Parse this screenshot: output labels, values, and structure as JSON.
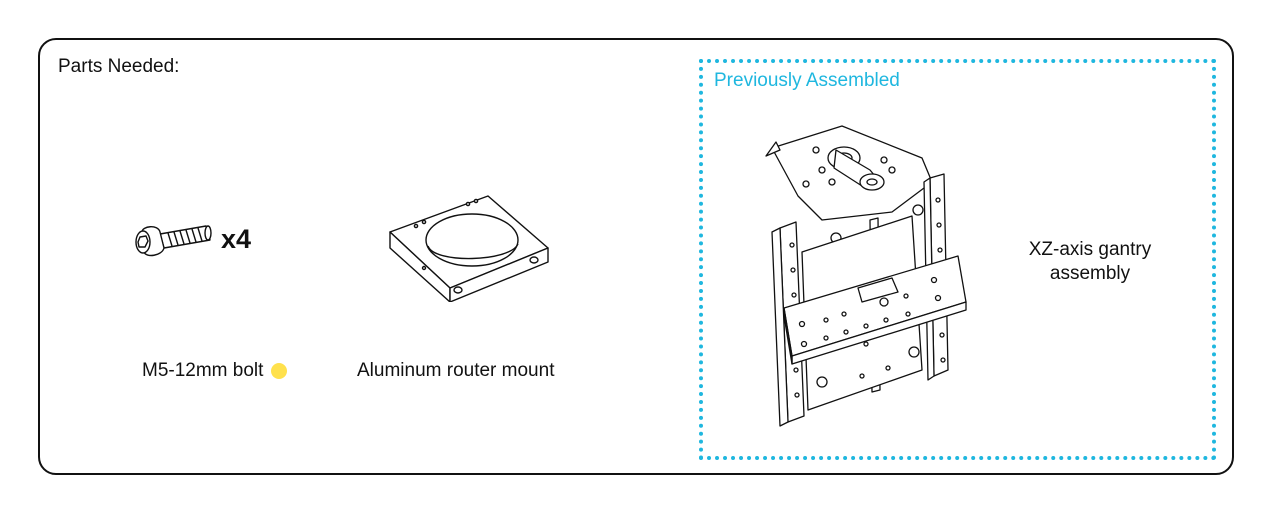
{
  "parts": {
    "title": "Parts Needed:",
    "items": [
      {
        "label": "M5-12mm bolt",
        "quantity": "x4",
        "color_marker": "#ffe14d",
        "icon": "bolt-icon"
      },
      {
        "label": "Aluminum router mount",
        "icon": "router-mount-icon"
      }
    ]
  },
  "previous": {
    "title": "Previously Assembled",
    "accent": "#1fb7df",
    "label_line1": "XZ-axis gantry",
    "label_line2": "assembly",
    "icon": "gantry-assembly-icon"
  }
}
